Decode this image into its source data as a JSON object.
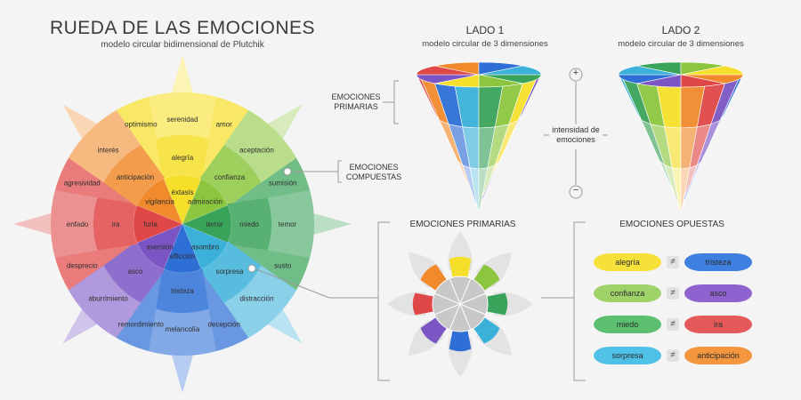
{
  "header": {
    "title": "RUEDA DE LAS EMOCIONES",
    "subtitle": "modelo circular bidimensional de Plutchik"
  },
  "side1": {
    "title": "LADO 1",
    "subtitle": "modelo circular de 3 dimensiones"
  },
  "side2": {
    "title": "LADO 2",
    "subtitle": "modelo circular de 3 dimensiones"
  },
  "labels": {
    "primarias_3d": "EMOCIONES PRIMARIAS",
    "compuestas": "EMOCIONES COMPUESTAS",
    "intensidad": "intensidad de emociones",
    "plus": "+",
    "minus": "−",
    "primarias_section": "EMOCIONES PRIMARIAS",
    "opuestas_section": "EMOCIONES OPUESTAS"
  },
  "wheel": {
    "center_ring": [
      "éxtasis",
      "admiración",
      "terror",
      "asombro",
      "aflicción",
      "aversión",
      "furia",
      "vigilancia"
    ],
    "mid_ring": [
      "alegría",
      "confianza",
      "miedo",
      "sorpresa",
      "tristeza",
      "asco",
      "ira",
      "anticipación"
    ],
    "outer_ring": [
      "serenidad",
      "aceptación",
      "temor",
      "distracción",
      "melancolía",
      "aburrimiento",
      "enfado",
      "interés"
    ],
    "compound": [
      "amor",
      "sumisión",
      "susto",
      "decepción",
      "remordimiento",
      "desprecio",
      "agresividad",
      "optimismo"
    ],
    "colors": [
      "#f6df2a",
      "#8cc63f",
      "#3aa35a",
      "#3bb0d8",
      "#2e6fd6",
      "#7b55c4",
      "#e04848",
      "#f08a2c"
    ]
  },
  "opposites": [
    {
      "left": "alegría",
      "right": "tristeza",
      "lc": "#f6e13a",
      "rc": "#3e7fe0"
    },
    {
      "left": "confianza",
      "right": "asco",
      "lc": "#9fd36a",
      "rc": "#8f63cf"
    },
    {
      "left": "miedo",
      "right": "ira",
      "lc": "#5cbf70",
      "rc": "#e45a5a"
    },
    {
      "left": "sorpresa",
      "right": "anticipación",
      "lc": "#4fc0e6",
      "rc": "#f4963e"
    }
  ],
  "neq_symbol": "≠"
}
